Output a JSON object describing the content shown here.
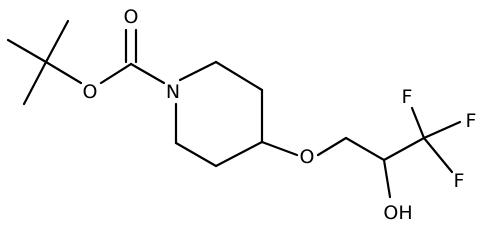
{
  "molecule": {
    "atoms": {
      "o_carbonyl": "O",
      "o_ester": "O",
      "n_ring": "N",
      "o_ether": "O",
      "f_top": "F",
      "f_right": "F",
      "f_bottom": "F",
      "oh": "OH"
    },
    "colors": {
      "bond": "#000000",
      "label": "#000000",
      "background": "#ffffff"
    }
  }
}
